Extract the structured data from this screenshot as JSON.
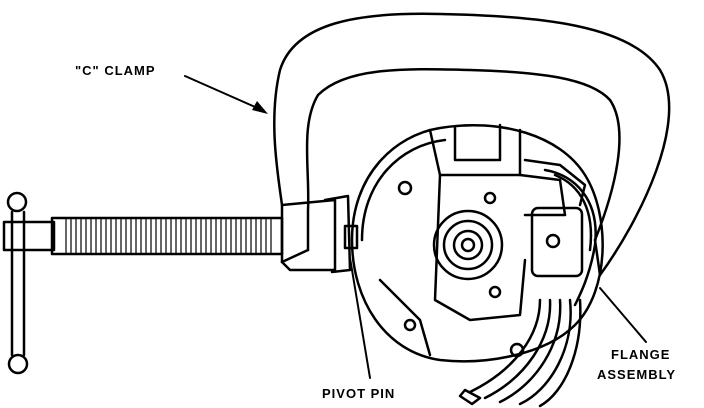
{
  "labels": {
    "c_clamp": "\"C\" CLAMP",
    "pivot_pin": "PIVOT PIN",
    "flange_line1": "FLANGE",
    "flange_line2": "ASSEMBLY"
  },
  "colors": {
    "ink": "#000000",
    "paper": "#ffffff"
  }
}
